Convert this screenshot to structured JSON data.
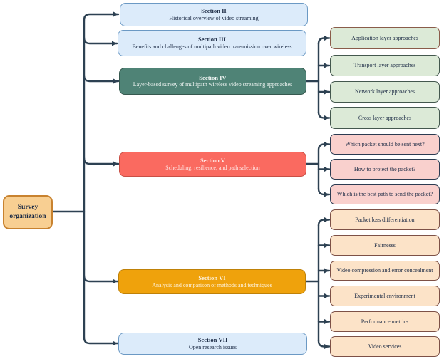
{
  "root": {
    "label": "Survey organization"
  },
  "sections": [
    {
      "title": "Section II",
      "subtitle": "Historical overview of video streaming"
    },
    {
      "title": "Section III",
      "subtitle": "Benefits and challenges of multipath video transmission over wireless"
    },
    {
      "title": "Section IV",
      "subtitle": "Layer-based survey of  multipath wireless  video streaming approaches"
    },
    {
      "title": "Section V",
      "subtitle": "Scheduling, resilience, and path selection"
    },
    {
      "title": "Section VI",
      "subtitle": "Analysis and comparison of methods and techniques"
    },
    {
      "title": "Section VII",
      "subtitle": "Open research issues"
    }
  ],
  "children": {
    "section4": [
      {
        "label": "Application layer approaches"
      },
      {
        "label": "Transport layer approaches"
      },
      {
        "label": "Network layer approaches"
      },
      {
        "label": "Cross layer approaches"
      }
    ],
    "section5": [
      {
        "label": "Which packet should be sent next?"
      },
      {
        "label": "How to protect the packet?"
      },
      {
        "label": "Which is the best path to send the packet?"
      }
    ],
    "section6": [
      {
        "label": "Packet loss differentiation"
      },
      {
        "label": "Fairnesss"
      },
      {
        "label": "Video compression and error concealment"
      },
      {
        "label": "Experimental environment"
      },
      {
        "label": "Performance metrics"
      },
      {
        "label": "Video services"
      }
    ]
  },
  "colors": {
    "connector": "#2d4152",
    "blue_fill": "#dcebfa",
    "teal_fill": "#4f8376",
    "red_fill": "#fa6a60",
    "orange_fill": "#efa20c",
    "green_fill": "#dcead7",
    "pink_fill": "#f9d0cd",
    "peach_fill": "#fce3c8",
    "root_fill": "#f8cf92",
    "root_border": "#c8822f"
  }
}
